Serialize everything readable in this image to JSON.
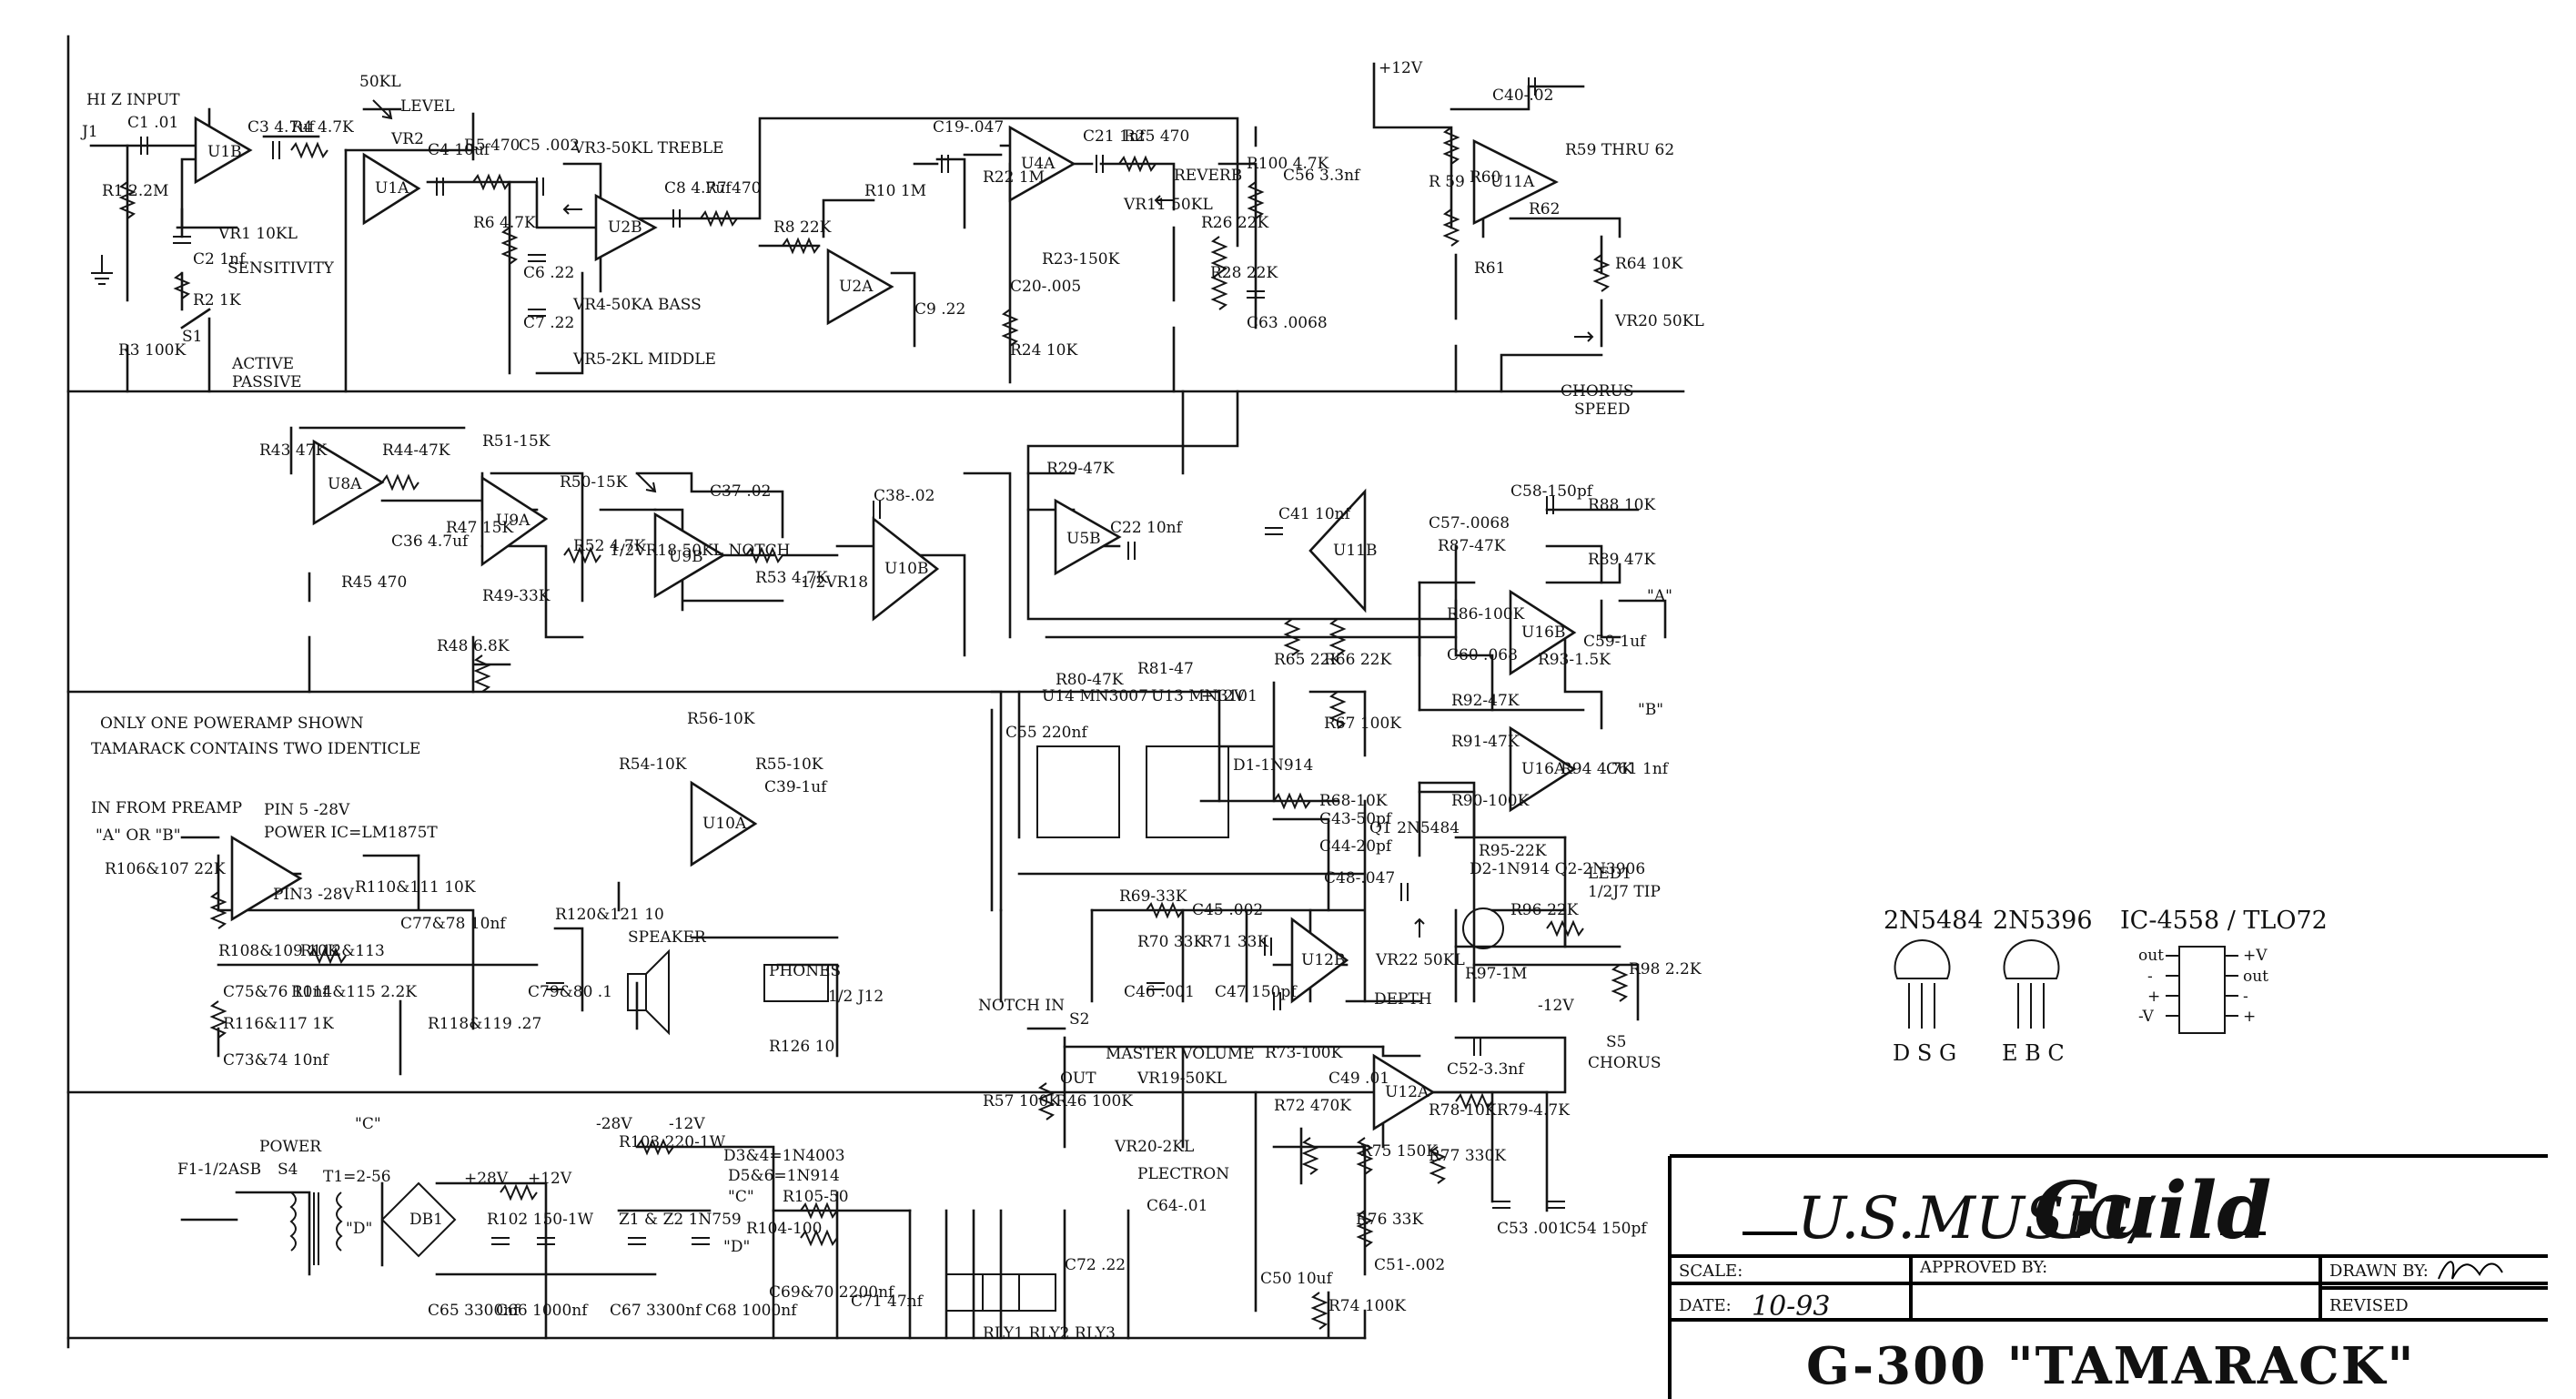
{
  "labels": {
    "hiz_input": "HI Z INPUT",
    "j1": "J1",
    "sensitivity": "SENSITIVITY",
    "active_passive_1": "ACTIVE",
    "active_passive_2": "PASSIVE",
    "s1": "S1",
    "level_pot": "50KL",
    "level": "LEVEL",
    "vr2": "VR2",
    "vr1": "VR1 10KL",
    "treble": "VR3-50KL TREBLE",
    "bass": "VR4-50KA BASS",
    "middle": "VR5-2KL MIDDLE",
    "reverb": "REVERB",
    "vr11": "VR11 50KL",
    "plus12_top": "+12V",
    "r59": "R59 THRU 62",
    "chorus_speed_1": "CHORUS",
    "chorus_speed_2": "SPEED",
    "vr20": "VR20 50KL",
    "notch": "1/2VR18 50KL NOTCH",
    "vr18b": "1/2VR18",
    "one_amp": "ONLY ONE POWERAMP SHOWN",
    "two_identical": "TAMARACK CONTAINS TWO IDENTICLE",
    "in_from_preamp": "IN FROM PREAMP",
    "a_or_b": "\"A\" OR \"B\"",
    "pin5": "PIN 5 -28V",
    "power_ic": "POWER IC=LM1875T",
    "pin3": "PIN3 -28V",
    "speaker": "SPEAKER",
    "phones": "PHONES",
    "j12": "1/2 J12",
    "notch_in": "NOTCH IN",
    "s2": "S2",
    "master_volume": "MASTER VOLUME",
    "out": "OUT",
    "vr19": "VR19-50KL",
    "vr20_2kl": "VR20-2KL",
    "plectron": "PLECTRON",
    "power": "POWER",
    "s4": "S4",
    "fuse": "F1-1/2ASB",
    "t1": "T1=2-56",
    "db1": "DB1",
    "d3d4": "D3&4=1N4003",
    "d5d6": "D5&6=1N914",
    "z1z2": "Z1 & Z2 1N759",
    "relays": "RLY1 RLY2 RLY3",
    "chorus": "CHORUS",
    "s5": "S5",
    "depth": "DEPTH",
    "vr22": "VR22 50KL",
    "led1": "LED1",
    "tip": "1/2J7 TIP",
    "q1": "Q1 2N5484",
    "q2_note": "D2-1N914 Q2-2N3906",
    "u14": "U14 MN3007",
    "u13": "U13 MN3101",
    "d1": "D1-1N914",
    "out_a": "\"A\"",
    "out_b": "\"B\""
  },
  "parts": {
    "c1": "C1 .01",
    "r1": "R1 2.2M",
    "r3": "R3 100K",
    "c2": "C2 1nf",
    "r2": "R2 1K",
    "c3": "C3 4.7uf",
    "r4": "R4 4.7K",
    "c4": "C4 10uf",
    "r5": "R5 470",
    "c5": "C5 .002",
    "r6": "R6 4.7K",
    "c6": "C6 .22",
    "c7": "C7 .22",
    "c8": "C8 4.7uf",
    "r7": "R7 470",
    "r8": "R8 22K",
    "r10": "R10 1M",
    "c9": "C9 .22",
    "c19": "C19-.047",
    "r22": "R22 1M",
    "c21": "C21 1nf",
    "r25": "R25 470",
    "r23": "R23-150K",
    "c20": "C20-.005",
    "r24": "R24 10K",
    "r100": "R100 4.7K",
    "c56": "C56 3.3nf",
    "r26": "R26 22K",
    "r28": "R28 22K",
    "c63": "C63 .0068",
    "c40": "C40-.02",
    "r": "R 59",
    "r60": "R60",
    "r62": "R62",
    "r61": "R61",
    "r64": "R64 10K",
    "r43": "R43 47K",
    "r44": "R44-47K",
    "r45": "R45 470",
    "c36": "C36 4.7uf",
    "r51": "R51-15K",
    "r50": "R50-15K",
    "r47": "R47 15K",
    "c37": "C37-.02",
    "r52": "R52 4.7K",
    "r53": "R53 4.7K",
    "r49": "R49-33K",
    "r48": "R48 6.8K",
    "c38": "C38-.02",
    "r29": "R29-47K",
    "c22": "C22 10nf",
    "c41": "C41 10nf",
    "c57": "C57-.0068",
    "c58": "C58-150pf",
    "r88": "R88 10K",
    "r87": "R87-47K",
    "r89": "R89 47K",
    "r86": "R86-100K",
    "c59": "C59-1uf",
    "r93": "R93-1.5K",
    "c60": "C60 .068",
    "r65": "R65 22K",
    "r66": "R66 22K",
    "r67": "R67 100K",
    "r92": "R92-47K",
    "r91": "R91-47K",
    "r94": "R94 4.7K",
    "c61": "C61 1nf",
    "r90": "R90-100K",
    "r80": "R80-47K",
    "r81": "R81-47",
    "c55": "C55 220nf",
    "r68": "R68-10K",
    "c43": "C43-50pf",
    "c44": "C44-20pf",
    "c48": "C48-.047",
    "r69": "R69-33K",
    "c45": "C45-.002",
    "r70": "R70 33K",
    "r71": "R71 33K",
    "c46": "C46 .001",
    "c47": "C47 150pf",
    "r95": "R95-22K",
    "r96": "R96-22K",
    "r97": "R97-1M",
    "r98": "R98 2.2K",
    "r56": "R56-10K",
    "r54": "R54-10K",
    "r55": "R55-10K",
    "c39": "C39-1uf",
    "r106": "R106&107 22K",
    "r110": "R110&111 10K",
    "r108": "R108&109 10K",
    "c77": "C77&78 10nf",
    "r112": "R112&113",
    "r114": "R114&115 2.2K",
    "c75": "C75&76 10nf",
    "r116": "R116&117 1K",
    "c73": "C73&74 10nf",
    "r118": "R118&119 .27",
    "r120": "R120&121 10",
    "c79": "C79&80 .1",
    "r126": "R126 10",
    "r57": "R57 100K",
    "r46": "R46 100K",
    "r73": "R73-100K",
    "c49": "C49 .01",
    "c52": "C52-3.3nf",
    "r72": "R72 470K",
    "r78": "R78-10K",
    "r79": "R79-4.7K",
    "r75": "R75 150K",
    "r77": "R77 330K",
    "r76": "R76 33K",
    "c51": "C51-.002",
    "c53": "C53 .001",
    "c54": "C54 150pf",
    "c50": "C50 10uf",
    "r74": "R74 100K",
    "c64": "C64-.01",
    "r102": "R102 150-1W",
    "r103": "R103 220-1W",
    "c65": "C65 3300nf",
    "c66": "C66 1000nf",
    "c67": "C67 3300nf",
    "c68": "C68 1000nf",
    "r105": "R105-50",
    "r104": "R104-100",
    "c69": "C69&70 2200nf",
    "c71": "C71 47nf",
    "c72": "C72 .22"
  },
  "opamps": [
    "U1B",
    "U1A",
    "U2B",
    "U4A",
    "U2A",
    "U11A",
    "U8A",
    "U9A",
    "U9B",
    "U10B",
    "U5B",
    "U11B",
    "U16B",
    "U16A",
    "U10A",
    "U12B",
    "U12A"
  ],
  "rails": {
    "p28": "+28V",
    "p12": "+12V",
    "m28": "-28V",
    "m12": "-12V",
    "m12b": "-12V",
    "p12b": "+12V",
    "node_c": "\"C\"",
    "node_d": "\"D\"",
    "node_c2": "\"C\"",
    "node_d2": "\"D\""
  },
  "packages": [
    {
      "title": "2N5484",
      "pins": "D  S  G"
    },
    {
      "title": "2N5396",
      "pins": "E  B  C"
    },
    {
      "title": "IC-4558 / TLO72",
      "left": [
        "out",
        "-",
        "+",
        "-V"
      ],
      "right": [
        "+V",
        "out",
        "-",
        "+"
      ]
    }
  ],
  "title_block": {
    "brand_left": "U.S.MUSIC/",
    "brand_right": "Guild",
    "scale_label": "SCALE:",
    "approved_label": "APPROVED BY:",
    "drawn_label": "DRAWN BY:",
    "date_label": "DATE:",
    "date_value": "10-93",
    "revised_label": "REVISED",
    "model": "G-300 \"TAMARACK\""
  }
}
